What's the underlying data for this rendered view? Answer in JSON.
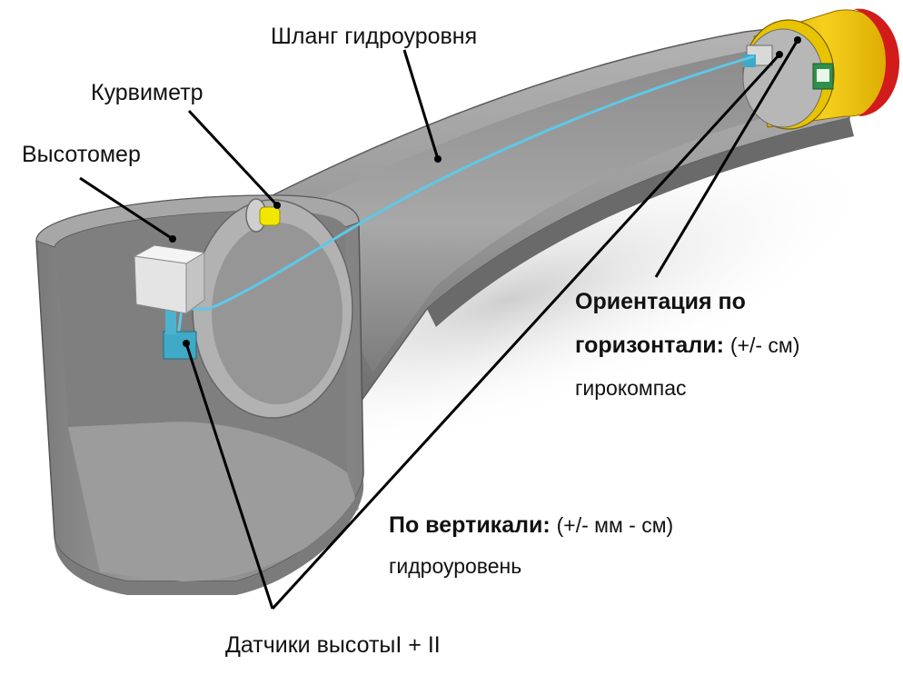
{
  "labels": {
    "hose": "Шланг гидроуровня",
    "curvimeter": "Курвиметр",
    "altimeter": "Высотомер",
    "horizontal_title": "Ориентация по",
    "horizontal_title2": "горизонтали:",
    "horizontal_range": "(+/- см)",
    "horizontal_device": "гирокомпас",
    "vertical_title": "По вертикали:",
    "vertical_range": "(+/- мм - см)",
    "vertical_device": "гидроуровень",
    "sensors": "Датчики высотыI + II"
  },
  "colors": {
    "pipe": "#8e8e8e",
    "pipe_dark": "#5f5f5f",
    "hose": "#5ec8e8",
    "shield": "#f2c500",
    "shield_ring": "#d21b1b",
    "sensor": "#3fa9c6",
    "box": "#e4e4e4",
    "curvimeter": "#f3e600"
  }
}
